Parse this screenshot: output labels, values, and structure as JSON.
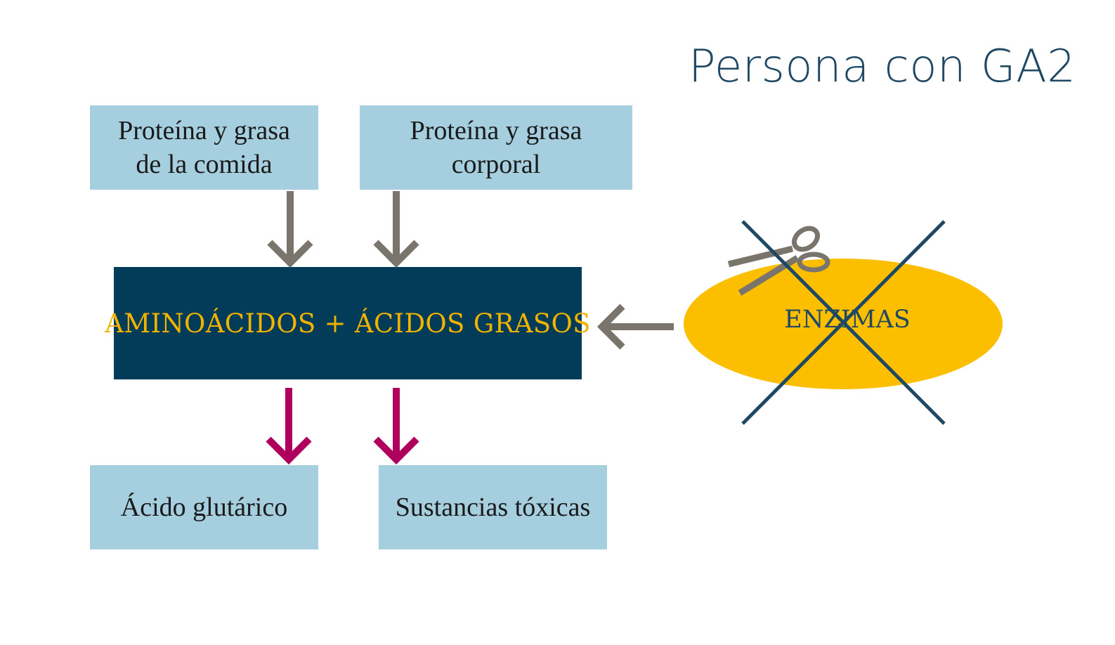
{
  "title": "Persona con GA2",
  "inputs": [
    {
      "label": "Proteína y grasa\nde la comida"
    },
    {
      "label": "Proteína y grasa\ncorporal"
    }
  ],
  "center": {
    "label": "AMINOÁCIDOS + ÁCIDOS GRASOS"
  },
  "enzyme": {
    "label": "ENZIMAS",
    "blocked": true,
    "icon": "scissors-icon"
  },
  "outputs": [
    {
      "label": "Ácido glutárico"
    },
    {
      "label": "Sustancias tóxicas"
    }
  ],
  "colors": {
    "light_box": "#a5cfdf",
    "dark_box": "#023c59",
    "center_text": "#f2b200",
    "title_text": "#1f4863",
    "input_arrow": "#7a756c",
    "output_arrow": "#b0005e",
    "enzyme_fill": "#fcbf00",
    "cross": "#1f4863"
  }
}
